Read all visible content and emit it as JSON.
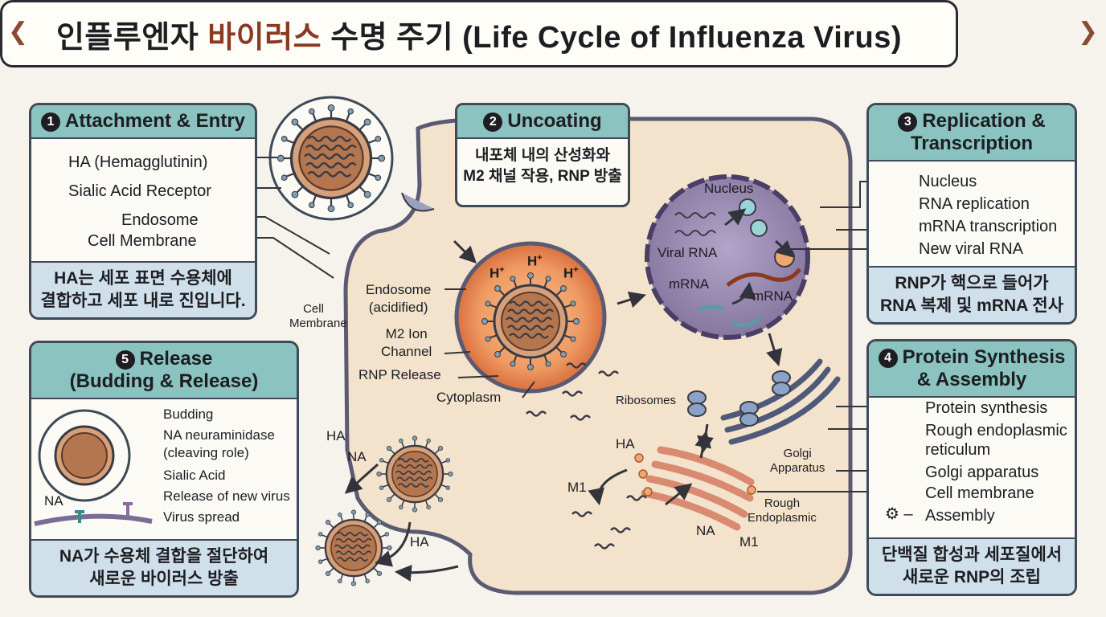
{
  "title": {
    "prefix": "인플루엔자 ",
    "accent": "바이러스",
    "suffix": " 수명 주기 (Life Cycle of Influenza Virus)"
  },
  "steps": {
    "attachment": {
      "num": "1",
      "title": "Attachment & Entry",
      "labels": [
        "HA (Hemagglutinin)",
        "Sialic Acid Receptor",
        "Endosome",
        "Cell Membrane"
      ],
      "summary": [
        "HA는 세포 표면 수용체에",
        "결합하고 세포 내로 진입니다."
      ]
    },
    "uncoating": {
      "num": "2",
      "title": "Uncoating",
      "summary": [
        "내포체 내의 산성화와",
        "M2 채널 작용, RNP 방출"
      ]
    },
    "replication": {
      "num": "3",
      "title_lines": [
        "Replication &",
        "Transcription"
      ],
      "labels": [
        "Nucleus",
        "RNA replication",
        "mRNA transcription",
        "New viral RNA"
      ],
      "summary": [
        "RNP가 핵으로 들어가",
        "RNA 복제 및 mRNA 전사"
      ]
    },
    "protein": {
      "num": "4",
      "title_lines": [
        "Protein Synthesis",
        "& Assembly"
      ],
      "labels": [
        "Protein synthesis",
        "Rough endoplasmic",
        "reticulum",
        "Golgi apparatus",
        "Cell membrane",
        "Assembly"
      ],
      "summary": [
        "단백질 합성과 세포질에서",
        "새로운 RNP의 조립"
      ]
    },
    "release": {
      "num": "5",
      "title_lines": [
        "Release",
        "(Budding & Release)"
      ],
      "labels": [
        "Budding",
        "NA neuraminidase",
        "(cleaving role)",
        "Sialic Acid",
        "Release of new virus",
        "Virus spread"
      ],
      "na_label": "NA",
      "summary": [
        "NA가 수용체 결합을 절단하여",
        "새로운 바이러스 방출"
      ]
    }
  },
  "diagram": {
    "cell_membrane": [
      "Cell",
      "Membrane"
    ],
    "endosome": [
      "Endosome",
      "(acidified)"
    ],
    "m2": [
      "M2 Ion",
      "Channel"
    ],
    "rnp_release": "RNP Release",
    "cytoplasm": "Cytoplasm",
    "protons": [
      "H",
      "H",
      "H"
    ],
    "proton_sup": "+",
    "nucleus": "Nucleus",
    "viral_rna": "Viral RNA",
    "mrna_left": "mRNA",
    "mrna_right": "mRNA",
    "ribosomes": "Ribosomes",
    "golgi": [
      "Golgi",
      "Apparatus"
    ],
    "rough_er": [
      "Rough",
      "Endoplasmic"
    ],
    "ha_labels": [
      "HA",
      "HA",
      "HA"
    ],
    "na_labels": [
      "NA",
      "NA"
    ],
    "m1_labels": [
      "M1",
      "M1"
    ]
  },
  "colors": {
    "teal": "#8ac3bf",
    "footer": "#cfe0ea",
    "cell": "#f3e3cc",
    "nucleus": "#8e7fa9",
    "virus": "#b87a55",
    "accent": "#8b3a22"
  }
}
